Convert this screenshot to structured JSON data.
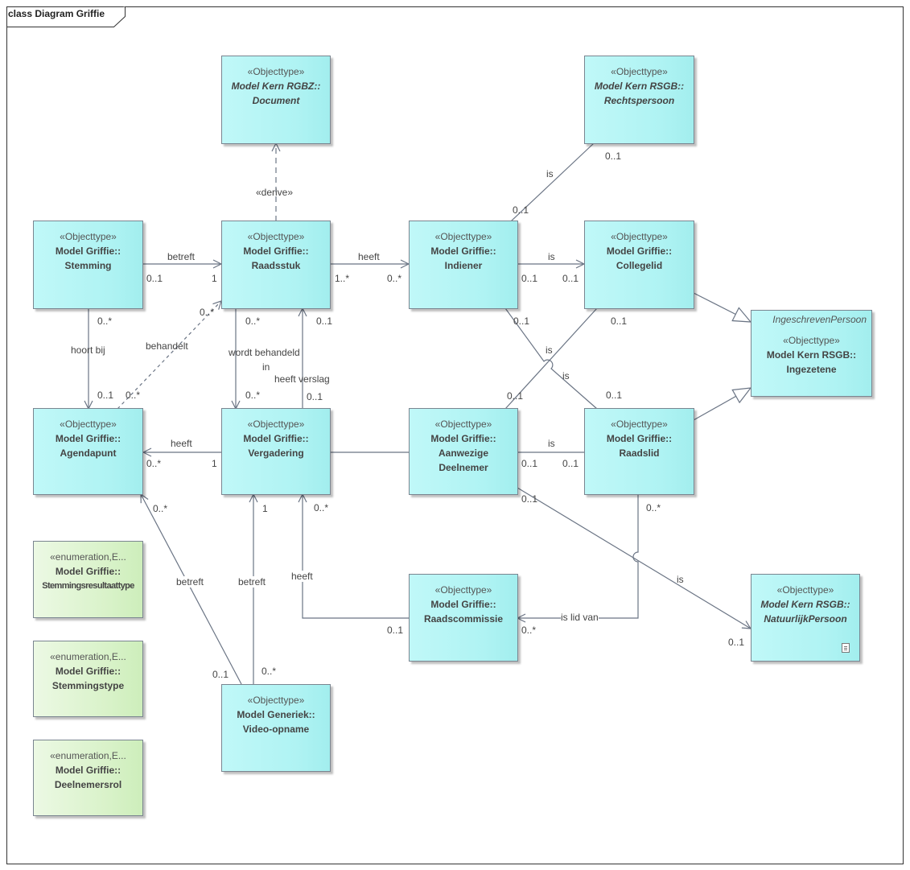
{
  "frame": {
    "title": "class Diagram Griffie"
  },
  "classes": {
    "document": {
      "stereotype": "«Objecttype»",
      "name_line1": "Model Kern RGBZ::",
      "name_line2": "Document"
    },
    "rechtspersoon": {
      "stereotype": "«Objecttype»",
      "name_line1": "Model Kern RSGB::",
      "name_line2": "Rechtspersoon"
    },
    "stemming": {
      "stereotype": "«Objecttype»",
      "name_line1": "Model Griffie::",
      "name_line2": "Stemming"
    },
    "raadsstuk": {
      "stereotype": "«Objecttype»",
      "name_line1": "Model Griffie::",
      "name_line2": "Raadsstuk"
    },
    "indiener": {
      "stereotype": "«Objecttype»",
      "name_line1": "Model Griffie::",
      "name_line2": "Indiener"
    },
    "collegelid": {
      "stereotype": "«Objecttype»",
      "name_line1": "Model Griffie::",
      "name_line2": "Collegelid"
    },
    "ingezetene": {
      "parent": "IngeschrevenPersoon",
      "stereotype": "«Objecttype»",
      "name_line1": "Model Kern RSGB::",
      "name_line2": "Ingezetene"
    },
    "agendapunt": {
      "stereotype": "«Objecttype»",
      "name_line1": "Model Griffie::",
      "name_line2": "Agendapunt"
    },
    "vergadering": {
      "stereotype": "«Objecttype»",
      "name_line1": "Model Griffie::",
      "name_line2": "Vergadering"
    },
    "aanwezige": {
      "stereotype": "«Objecttype»",
      "name_line1": "Model Griffie::",
      "name_line2": "Aanwezige",
      "name_line3": "Deelnemer"
    },
    "raadslid": {
      "stereotype": "«Objecttype»",
      "name_line1": "Model Griffie::",
      "name_line2": "Raadslid"
    },
    "raadscommissie": {
      "stereotype": "«Objecttype»",
      "name_line1": "Model Griffie::",
      "name_line2": "Raadscommissie"
    },
    "natuurlijkpersoon": {
      "stereotype": "«Objecttype»",
      "name_line1": "Model Kern RSGB::",
      "name_line2": "NatuurlijkPersoon"
    },
    "videoopname": {
      "stereotype": "«Objecttype»",
      "name_line1": "Model Generiek::",
      "name_line2": "Video-opname"
    },
    "enum_stemmingsresultaattype": {
      "stereotype": "«enumeration,E...",
      "name_line1": "Model Griffie::",
      "name_line2": "Stemmingsresultaattype"
    },
    "enum_stemmingstype": {
      "stereotype": "«enumeration,E...",
      "name_line1": "Model Griffie::",
      "name_line2": "Stemmingstype"
    },
    "enum_deelnemersrol": {
      "stereotype": "«enumeration,E...",
      "name_line1": "Model Griffie::",
      "name_line2": "Deelnemersrol"
    }
  },
  "labels": {
    "derive": "«derive»",
    "stemming_raadsstuk_name": "betreft",
    "stemming_raadsstuk_m1": "0..1",
    "stemming_raadsstuk_m2": "1",
    "raadsstuk_indiener_name": "heeft",
    "raadsstuk_indiener_m1": "1..*",
    "raadsstuk_indiener_m2": "0..*",
    "indiener_collegelid_name": "is",
    "indiener_collegelid_m1": "0..1",
    "indiener_collegelid_m2": "0..1",
    "indiener_rechtspersoon_name": "is",
    "indiener_rechtspersoon_m1": "0..1",
    "indiener_rechtspersoon_m2": "0..1",
    "indiener_raadslid_m1": "0..1",
    "indiener_raadslid_name1": "is",
    "indiener_raadslid_name2": "is",
    "indiener_raadslid_m2": "0..1",
    "collegelid_aanwezige_m1": "0..1",
    "collegelid_aanwezige_m2": "0..1",
    "stemming_agendapunt_name": "hoort bij",
    "stemming_agendapunt_m1": "0..*",
    "stemming_agendapunt_m2": "0..1",
    "agendapunt_raadsstuk_name": "behandelt",
    "agendapunt_raadsstuk_m1": "0..*",
    "agendapunt_raadsstuk_m2": "0..*",
    "raadsstuk_vergadering_name1": "wordt behandeld",
    "raadsstuk_vergadering_name2": "in",
    "raadsstuk_vergadering_m1": "0..*",
    "raadsstuk_vergadering_m2": "0..*",
    "vergadering_raadsstuk_name": "heeft verslag",
    "vergadering_raadsstuk_m1": "0..1",
    "vergadering_raadsstuk_m2": "0..1",
    "vergadering_agendapunt_name": "heeft",
    "vergadering_agendapunt_m1": "0..*",
    "vergadering_agendapunt_m2": "1",
    "aanwezige_raadslid_name": "is",
    "aanwezige_raadslid_m1": "0..1",
    "aanwezige_raadslid_m2": "0..1",
    "aanwezige_natuurlijk_name": "is",
    "aanwezige_natuurlijk_m1": "0..1",
    "aanwezige_natuurlijk_m2": "0..1",
    "raadslid_commissie_name": "is lid van",
    "raadslid_commissie_m1": "0..*",
    "raadslid_commissie_m2": "0..*",
    "commissie_vergadering_name": "heeft",
    "commissie_vergadering_m1": "0..1",
    "commissie_vergadering_m2": "0..*",
    "video_agendapunt_name": "betreft",
    "video_agendapunt_m1": "0..1",
    "video_agendapunt_m2": "0..*",
    "video_vergadering_name": "betreft",
    "video_vergadering_m1": "0..*",
    "video_vergadering_m2": "1"
  },
  "colors": {
    "class_fill": "#aff3f3",
    "enum_fill": "#d8f2c8",
    "line": "#6a7484",
    "border": "#7a8590"
  }
}
